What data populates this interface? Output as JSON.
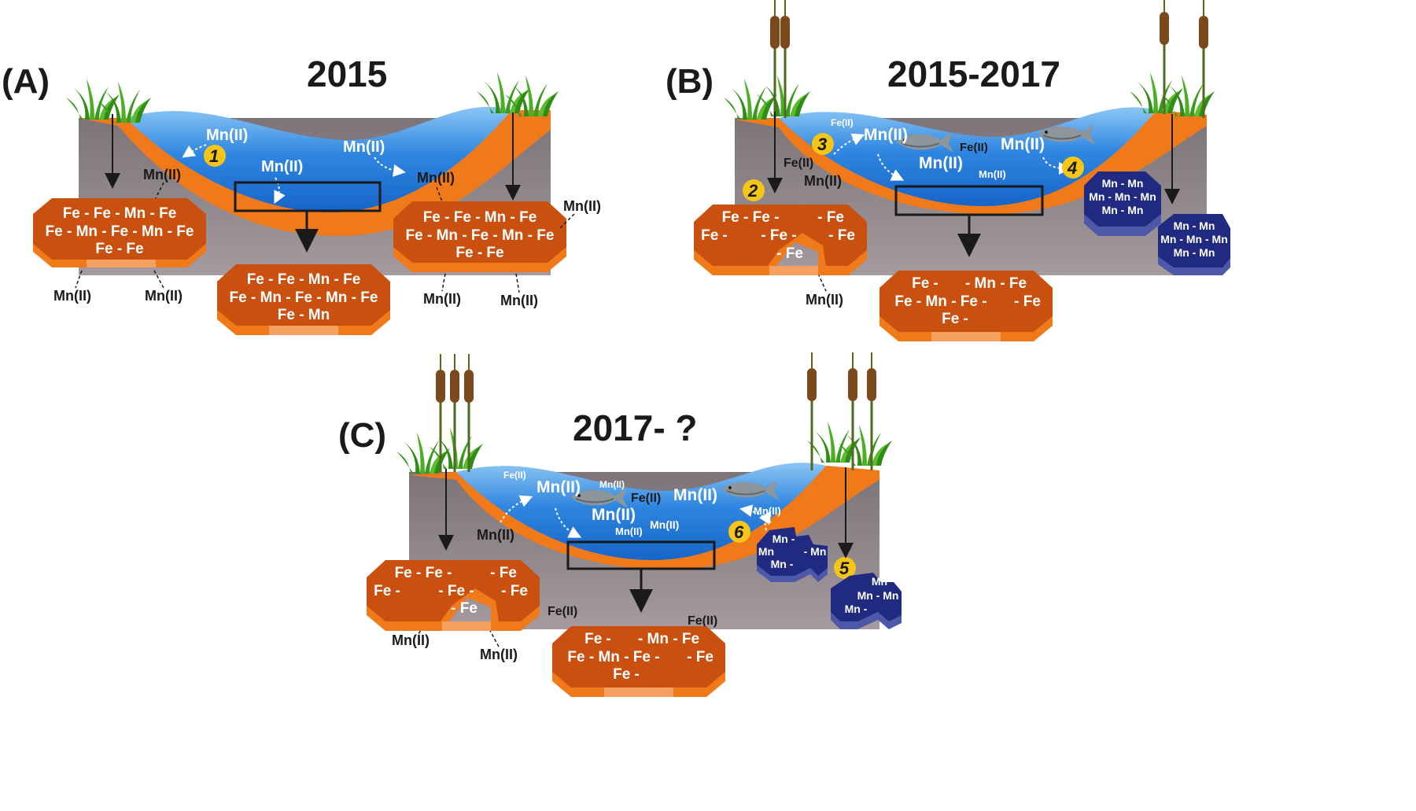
{
  "colors": {
    "soil": "#8d8387",
    "water": "#2f86e0",
    "sediment": "#f07a1a",
    "fe_hex": "#c9500e",
    "mn_hex": "#1f2a80",
    "marker": "#f5c518",
    "grass": "#3a9a1e",
    "cattail": "#7a4a1c"
  },
  "icons": [
    "grass-icon",
    "cattail-icon",
    "fish-icon",
    "step-marker-icon"
  ],
  "panels": {
    "A": {
      "label": "(A)",
      "year": "2015",
      "water_labels": [
        "Mn(II)",
        "Mn(II)",
        "Mn(II)"
      ],
      "markers": [
        "1"
      ],
      "left_hex": [
        "Fe - Fe - Mn - Fe",
        "Fe - Mn - Fe - Mn - Fe",
        "Fe - Fe"
      ],
      "center_hex": [
        "Fe - Fe - Mn - Fe",
        "Fe - Mn - Fe - Mn - Fe",
        "Fe - Mn"
      ],
      "right_hex": [
        "Fe - Fe - Mn - Fe",
        "Fe - Mn - Fe - Mn - Fe",
        "Fe - Fe"
      ],
      "soil_labels": [
        "Mn(II)",
        "Mn(II)",
        "Mn(II)",
        "Mn(II)",
        "Mn(II)",
        "Mn(II)",
        "Mn(II)"
      ]
    },
    "B": {
      "label": "(B)",
      "year": "2015-2017",
      "water_labels": [
        "Fe(II)",
        "Mn(II)",
        "Fe(II)",
        "Mn(II)",
        "Mn(II)",
        "Mn(II)"
      ],
      "markers": [
        "2",
        "3",
        "4"
      ],
      "left_hex": [
        "Fe - Fe -",
        "- Fe",
        "Fe -",
        "- Fe -",
        "- Fe",
        "- Fe"
      ],
      "center_hex": [
        "Fe -",
        "- Mn - Fe",
        "Fe - Mn - Fe -",
        "- Fe",
        "Fe -"
      ],
      "mn_hex_1": [
        "Mn - Mn",
        "Mn - Mn - Mn",
        "Mn - Mn"
      ],
      "mn_hex_2": [
        "Mn - Mn",
        "Mn - Mn - Mn",
        "Mn - Mn"
      ],
      "soil_labels": [
        "Fe(II)",
        "Mn(II)",
        "Mn(II)"
      ]
    },
    "C": {
      "label": "(C)",
      "year": "2017- ?",
      "water_labels": [
        "Fe(II)",
        "Mn(II)",
        "Mn(II)",
        "Fe(II)",
        "Mn(II)",
        "Mn(II)",
        "Mn(II)",
        "Mn(II)",
        "Mn(II)"
      ],
      "markers": [
        "5",
        "6"
      ],
      "left_hex": [
        "Fe - Fe -",
        "- Fe",
        "Fe -",
        "- Fe -",
        "- Fe",
        "- Fe"
      ],
      "center_hex": [
        "Fe -",
        "- Mn - Fe",
        "Fe - Mn - Fe -",
        "- Fe",
        "Fe -"
      ],
      "mn_broken_1": [
        "Mn -",
        "Mn",
        "- Mn",
        "Mn -"
      ],
      "mn_broken_2": [
        "Mn",
        "Mn - Mn",
        "Mn -"
      ],
      "soil_labels": [
        "Mn(II)",
        "Fe(II)",
        "Fe(II)",
        "Mn(II)",
        "Mn(II)"
      ]
    }
  }
}
